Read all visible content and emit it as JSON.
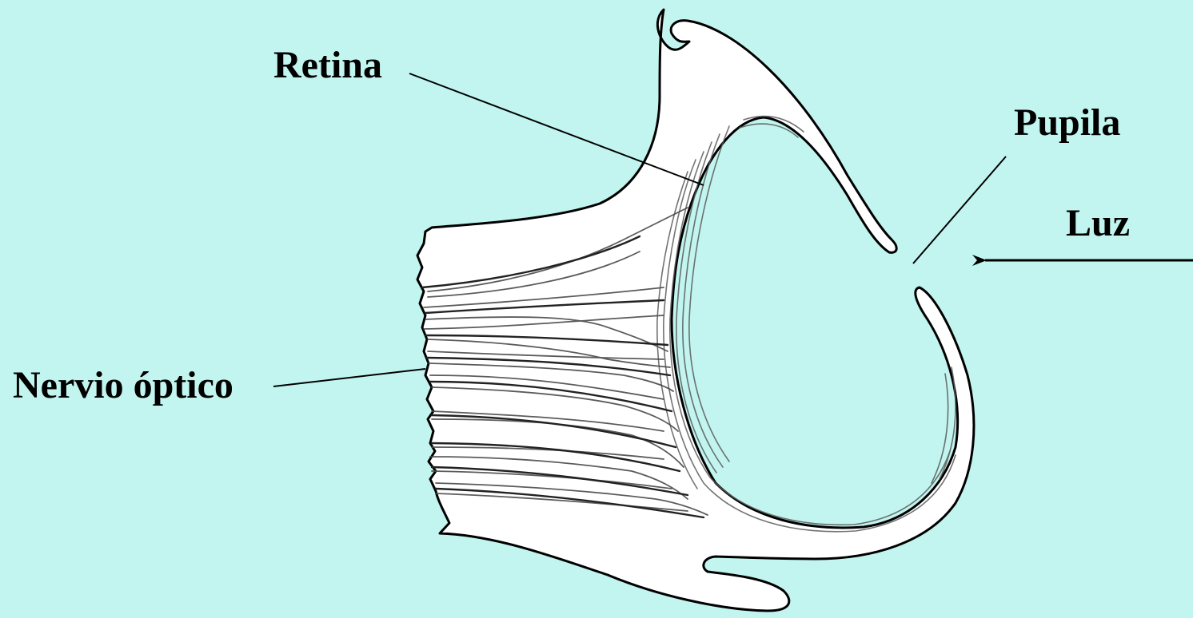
{
  "labels": {
    "retina": "Retina",
    "pupila": "Pupila",
    "luz": "Luz",
    "nervio_optico": "Nervio óptico"
  },
  "colors": {
    "background": "#c2f5ef",
    "tissue": "#ffffff",
    "ink": "#000000",
    "fiber": "#555555"
  }
}
